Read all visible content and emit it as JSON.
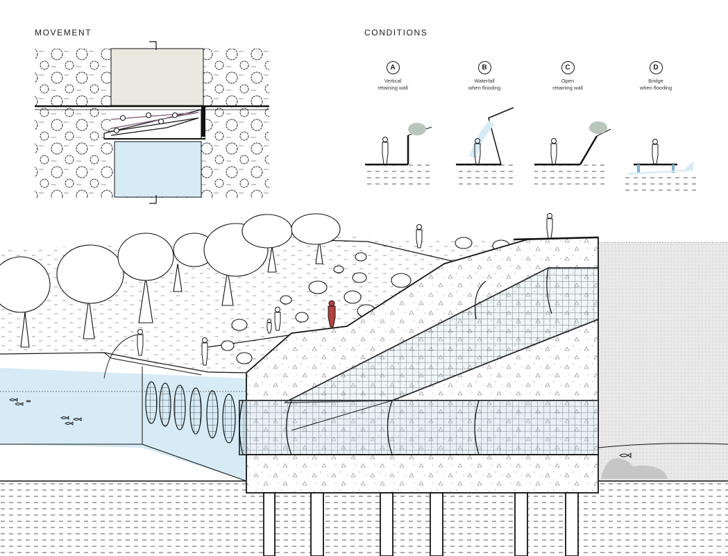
{
  "movement": {
    "title": "MOVEMENT"
  },
  "conditions": {
    "title": "CONDITIONS",
    "items": [
      {
        "letter": "A",
        "line1": "Vertical",
        "line2": "retaining wall"
      },
      {
        "letter": "B",
        "line1": "Waterfall",
        "line2": "when flooding"
      },
      {
        "letter": "C",
        "line1": "Open",
        "line2": "retaining wall"
      },
      {
        "letter": "D",
        "line1": "Bridge",
        "line2": "when flooding"
      }
    ]
  },
  "colors": {
    "water": "#d6ebf5",
    "soil": "#e9e9e9",
    "sand": "#ebe8e0",
    "line": "#111111",
    "accent_person": "#b5413f",
    "shrub": "#b9c6bc"
  }
}
